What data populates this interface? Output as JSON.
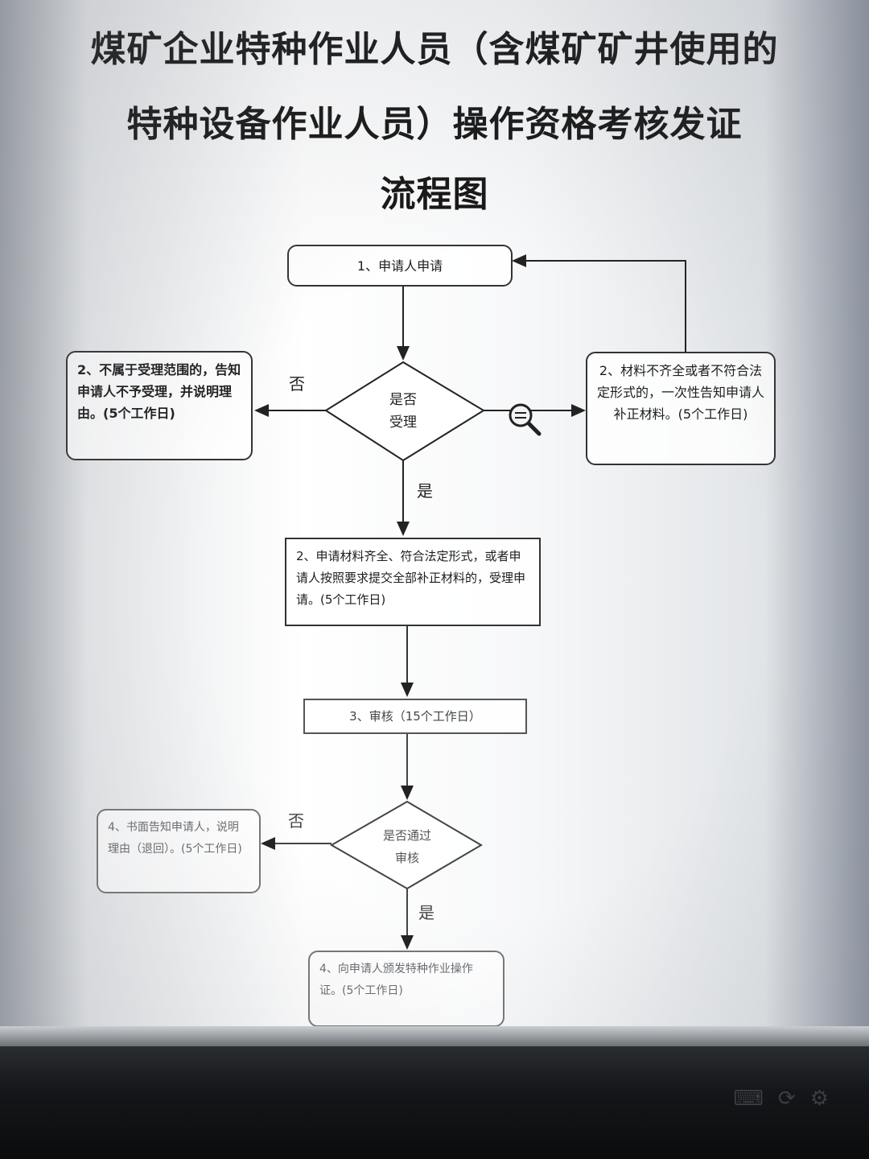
{
  "title": {
    "line1": "煤矿企业特种作业人员（含煤矿矿井使用的",
    "line2": "特种设备作业人员）操作资格考核发证",
    "line3": "流程图"
  },
  "nodes": {
    "apply": "1、申请人申请",
    "decision_accept": [
      "是否",
      "受理"
    ],
    "reject_box": "2、不属于受理范围的，告知申请人不予受理，并说明理由。(5个工作日)",
    "supplement_box": "2、材料不齐全或者不符合法定形式的，一次性告知申请人补正材料。(5个工作日)",
    "accept_box": "2、申请材料齐全、符合法定形式，或者申请人按照要求提交全部补正材料的，受理申请。(5个工作日)",
    "review_box": "3、审核（15个工作日）",
    "decision_pass": [
      "是否通过",
      "审核"
    ],
    "fail_box": "4、书面告知申请人，说明理由（退回）。(5个工作日)",
    "issue_box": "4、向申请人颁发特种作业操作证。(5个工作日)"
  },
  "edge_labels": {
    "no_1": "否",
    "yes_1": "是",
    "no_2": "否",
    "yes_2": "是"
  },
  "icons": [
    "magnifier-icon",
    "keyboard-icon",
    "refresh-icon",
    "settings-icon"
  ]
}
